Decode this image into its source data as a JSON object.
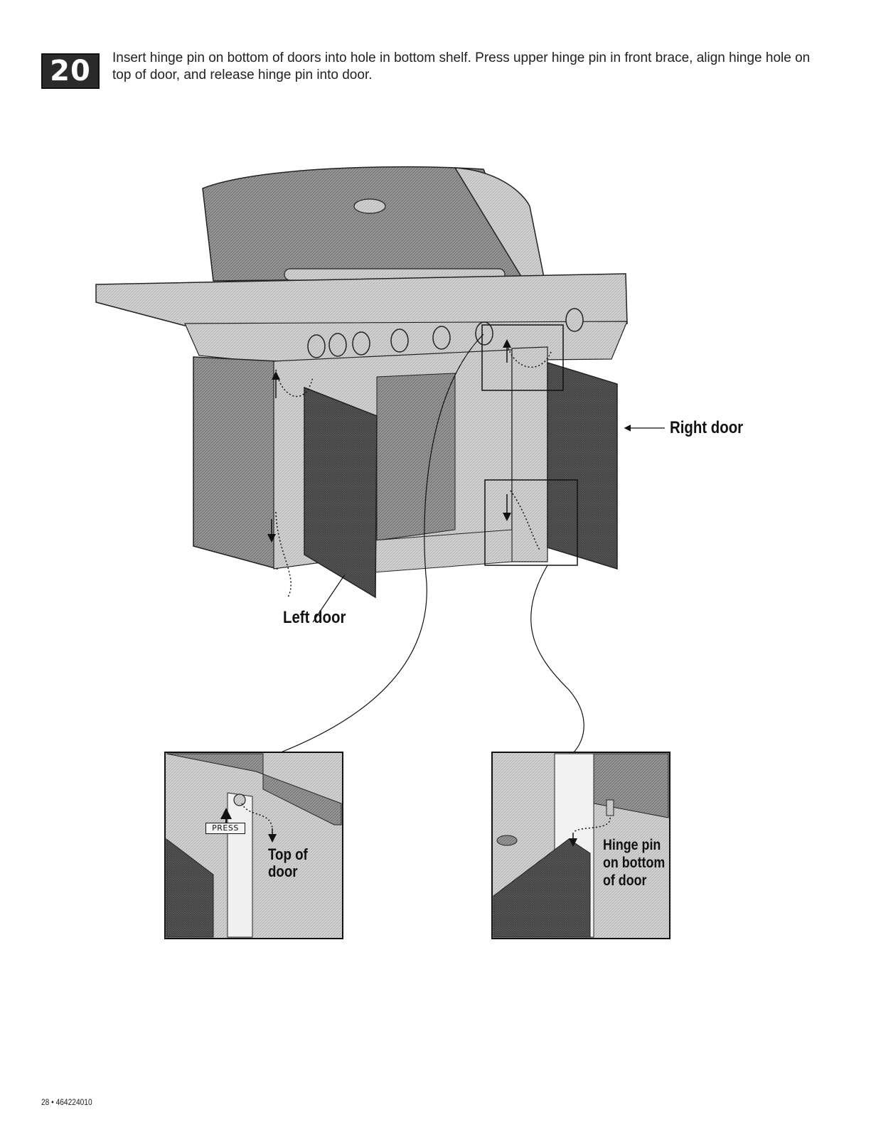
{
  "step": {
    "number": "20",
    "instruction": "Insert hinge pin on bottom of doors into hole in bottom shelf. Press upper hinge pin in front brace, align hinge hole on top of door, and release hinge pin into door."
  },
  "labels": {
    "right_door": "Right door",
    "left_door": "Left door",
    "press": "PRESS",
    "top_of_door": "Top of door",
    "hinge_pin": "Hinge pin on bottom of door"
  },
  "footer": {
    "page": "28 • 464224010"
  }
}
